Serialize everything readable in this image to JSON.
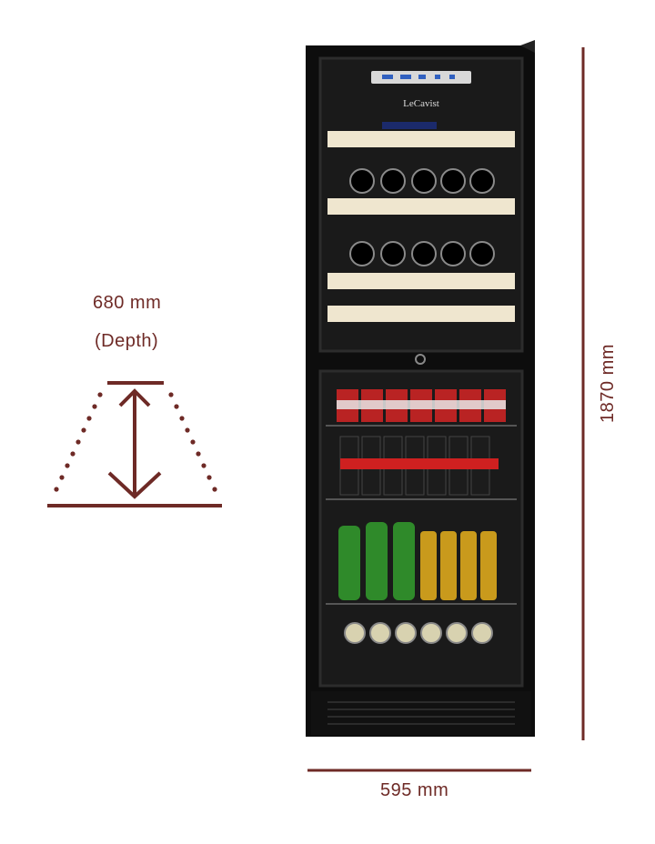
{
  "dimensions": {
    "depth_value": "680 mm",
    "depth_caption": "(Depth)",
    "width_value": "595 mm",
    "height_value": "1870 mm"
  },
  "product": {
    "brand_logo": "LeCavist"
  },
  "colors": {
    "dimension_lines": "#6e2a26",
    "cabinet": "#0d0d0d",
    "shelf_wood": "#efe6cf"
  }
}
